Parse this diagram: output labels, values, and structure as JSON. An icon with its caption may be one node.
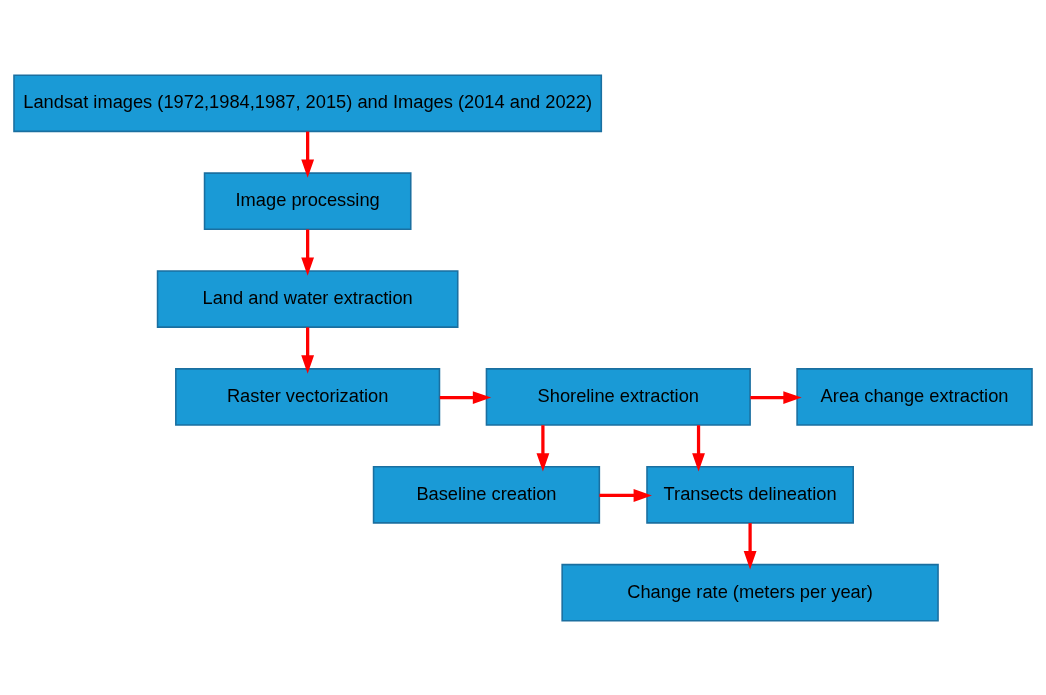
{
  "diagram": {
    "nodes": [
      {
        "text": [
          "Landsat images (1972,1984,1987, 2015) and Images (2014 and 2022)"
        ]
      },
      {
        "text": [
          "Image processing"
        ]
      },
      {
        "text": [
          "Land and water extraction"
        ]
      },
      {
        "text": [
          "Raster vectorization"
        ]
      },
      {
        "text": [
          "Shoreline extraction"
        ]
      },
      {
        "text": [
          "Area change extraction"
        ]
      },
      {
        "text": [
          "Baseline creation"
        ]
      },
      {
        "text": [
          "Transects delineation"
        ]
      },
      {
        "text": [
          "Change rate (meters per year)"
        ]
      }
    ],
    "edges": [
      {
        "from": 0,
        "to": 1,
        "arrow": "to"
      },
      {
        "from": 1,
        "to": 2,
        "arrow": "to"
      },
      {
        "from": 2,
        "to": 3,
        "arrow": "to"
      },
      {
        "from": 3,
        "to": 4,
        "arrow": "to"
      },
      {
        "from": 4,
        "to": 5,
        "arrow": "to"
      },
      {
        "from": 4,
        "to": 6,
        "arrow": "to"
      },
      {
        "from": 4,
        "to": 7,
        "arrow": "to"
      },
      {
        "from": 6,
        "to": 7,
        "arrow": "to"
      },
      {
        "from": 7,
        "to": 8,
        "arrow": "to"
      }
    ]
  }
}
